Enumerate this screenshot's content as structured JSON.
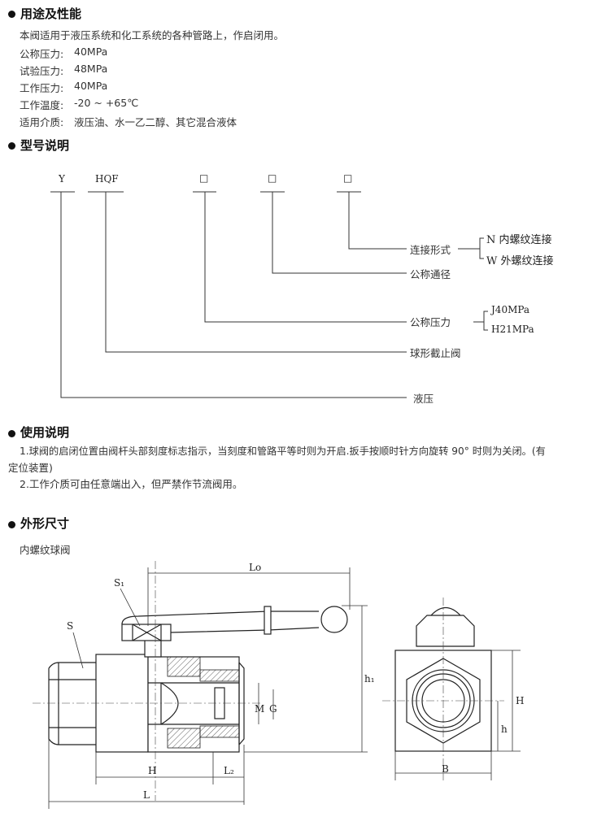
{
  "sections": {
    "usage_performance": {
      "title": "用途及性能",
      "intro": "本阀适用于液压系统和化工系统的各种管路上，作启闭用。",
      "specs": [
        {
          "label": "公称压力:",
          "value": "40MPa"
        },
        {
          "label": "试验压力:",
          "value": "48MPa"
        },
        {
          "label": "工作压力:",
          "value": "40MPa"
        },
        {
          "label": "工作温度:",
          "value": "-20 ~ +65℃"
        },
        {
          "label": "适用介质:",
          "value": "液压油、水一乙二醇、其它混合液体"
        }
      ]
    },
    "model_desc": {
      "title": "型号说明",
      "codes": [
        "Y",
        "HQF",
        "□",
        "□",
        "□"
      ],
      "labels": {
        "connection_form": "连接形式",
        "nominal_diameter": "公称通径",
        "nominal_pressure": "公称压力",
        "ball_valve": "球形截止阀",
        "hydraulic": "液压"
      },
      "connection_options": [
        "N 内螺纹连接",
        "W 外螺纹连接"
      ],
      "pressure_options": [
        "J40MPa",
        "H21MPa"
      ]
    },
    "instructions": {
      "title": "使用说明",
      "line1a": "1.球阀的启闭位置由阀杆头部刻度标志指示，当刻度和管路平等时则为开启.扳手按顺时针方向旋转 90° 时则为关闭。(有",
      "line1b": "定位装置)",
      "line2": "2.工作介质可由任意端出入，但严禁作节流阀用。"
    },
    "dimensions": {
      "title": "外形尺寸",
      "subtitle": "内螺纹球阀",
      "labels": {
        "s1": "S₁",
        "s": "S",
        "lo": "Lo",
        "h1": "h₁",
        "m": "M",
        "g": "G",
        "H_front": "H",
        "l2": "L₂",
        "l": "L",
        "H_side": "H",
        "h_side": "h",
        "b": "B"
      }
    }
  }
}
